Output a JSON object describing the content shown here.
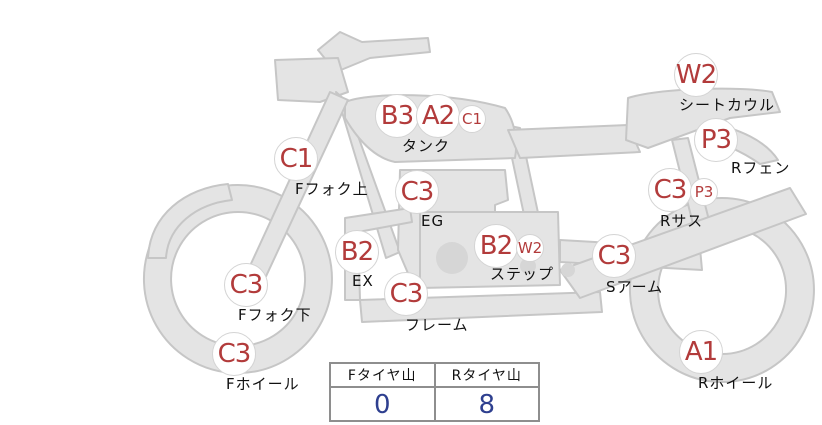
{
  "parts": [
    {
      "id": "tank-b3",
      "grade": "B3",
      "size": "lg"
    },
    {
      "id": "tank-a2",
      "grade": "A2",
      "size": "lg"
    },
    {
      "id": "tank-c1",
      "grade": "C1",
      "size": "sm"
    },
    {
      "id": "ffork-upper",
      "grade": "C1",
      "size": "lg"
    },
    {
      "id": "engine",
      "grade": "C3",
      "size": "lg"
    },
    {
      "id": "exhaust",
      "grade": "B2",
      "size": "lg"
    },
    {
      "id": "step-b2",
      "grade": "B2",
      "size": "lg"
    },
    {
      "id": "step-w2",
      "grade": "W2",
      "size": "sm"
    },
    {
      "id": "frame",
      "grade": "C3",
      "size": "lg"
    },
    {
      "id": "ffork-lower",
      "grade": "C3",
      "size": "lg"
    },
    {
      "id": "fwheel",
      "grade": "C3",
      "size": "lg"
    },
    {
      "id": "seatcowl",
      "grade": "W2",
      "size": "lg"
    },
    {
      "id": "rfender",
      "grade": "P3",
      "size": "lg"
    },
    {
      "id": "rsus-c3",
      "grade": "C3",
      "size": "lg"
    },
    {
      "id": "rsus-p3",
      "grade": "P3",
      "size": "sm"
    },
    {
      "id": "sarm",
      "grade": "C3",
      "size": "lg"
    },
    {
      "id": "rwheel",
      "grade": "A1",
      "size": "lg"
    }
  ],
  "labels": {
    "tank": "タンク",
    "ffork_upper": "Fフォク上",
    "engine": "EG",
    "exhaust": "EX",
    "step": "ステップ",
    "frame": "フレーム",
    "ffork_lower": "Fフォク下",
    "fwheel": "Fホイール",
    "seatcowl": "シートカウル",
    "rfender": "Rフェン",
    "rsus": "Rサス",
    "sarm": "Sアーム",
    "rwheel": "Rホイール"
  },
  "tire_table": {
    "front_label": "Fタイヤ山",
    "rear_label": "Rタイヤ山",
    "front_value": "0",
    "rear_value": "8"
  },
  "colors": {
    "part_fill": "#e4e4e4",
    "part_stroke": "#c6c6c6",
    "grade_text": "#b23b3b",
    "value_text": "#2e3f8f"
  }
}
